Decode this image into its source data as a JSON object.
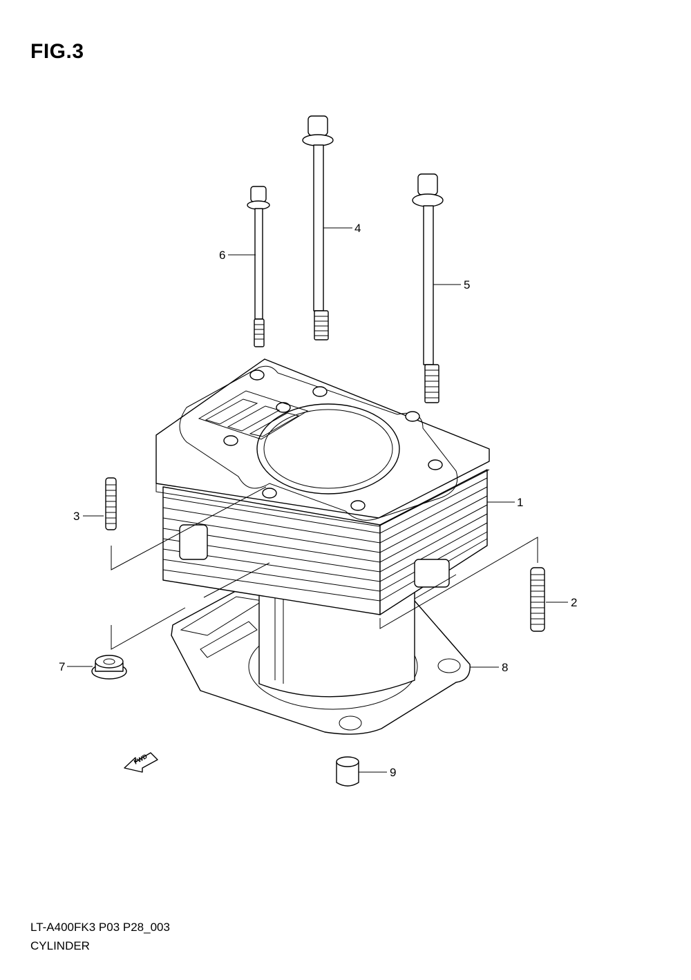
{
  "figure": {
    "title": "FIG.3"
  },
  "footer": {
    "model_code": "LT-A400FK3 P03 P28_003",
    "section_name": "CYLINDER"
  },
  "fwd_label": "FWD",
  "callouts": [
    {
      "number": "1",
      "part": "cylinder"
    },
    {
      "number": "2",
      "part": "stud"
    },
    {
      "number": "3",
      "part": "stud"
    },
    {
      "number": "4",
      "part": "bolt"
    },
    {
      "number": "5",
      "part": "bolt"
    },
    {
      "number": "6",
      "part": "bolt"
    },
    {
      "number": "7",
      "part": "nut"
    },
    {
      "number": "8",
      "part": "gasket"
    },
    {
      "number": "9",
      "part": "dowel-pin"
    }
  ]
}
